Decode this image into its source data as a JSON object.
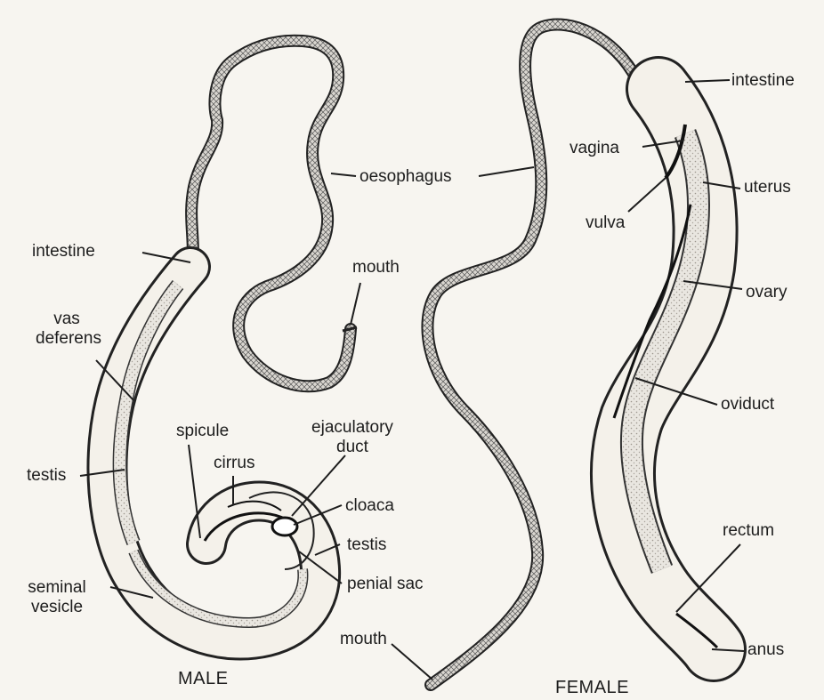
{
  "male": {
    "caption": "MALE",
    "labels": {
      "oesophagus": "oesophagus",
      "mouth": "mouth",
      "intestine": "intestine",
      "vas_deferens": "vas deferens",
      "testis_left": "testis",
      "seminal_vesicle": "seminal vesicle",
      "spicule": "spicule",
      "cirrus": "cirrus",
      "ejaculatory_duct": "ejaculatory duct",
      "cloaca": "cloaca",
      "testis_right": "testis",
      "penial_sac": "penial sac"
    }
  },
  "female": {
    "caption": "FEMALE",
    "labels": {
      "intestine": "intestine",
      "vagina": "vagina",
      "uterus": "uterus",
      "vulva": "vulva",
      "ovary": "ovary",
      "oviduct": "oviduct",
      "rectum": "rectum",
      "anus": "anus",
      "mouth": "mouth"
    }
  }
}
